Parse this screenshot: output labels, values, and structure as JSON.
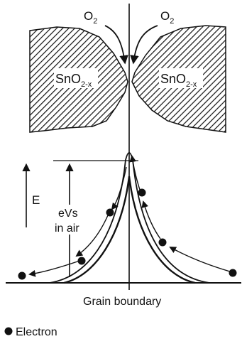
{
  "labels": {
    "gas_left": "O",
    "gas_left_sub": "2",
    "gas_right": "O",
    "gas_right_sub": "2",
    "grain_left": "SnO",
    "grain_left_sub": "2-x",
    "grain_right": "SnO",
    "grain_right_sub": "2-x",
    "energy_axis": "E",
    "barrier_line1": "eVs",
    "barrier_line2": "in air",
    "boundary": "Grain boundary",
    "legend": "Electron"
  },
  "colors": {
    "ink": "#111111",
    "background": "#ffffff"
  }
}
